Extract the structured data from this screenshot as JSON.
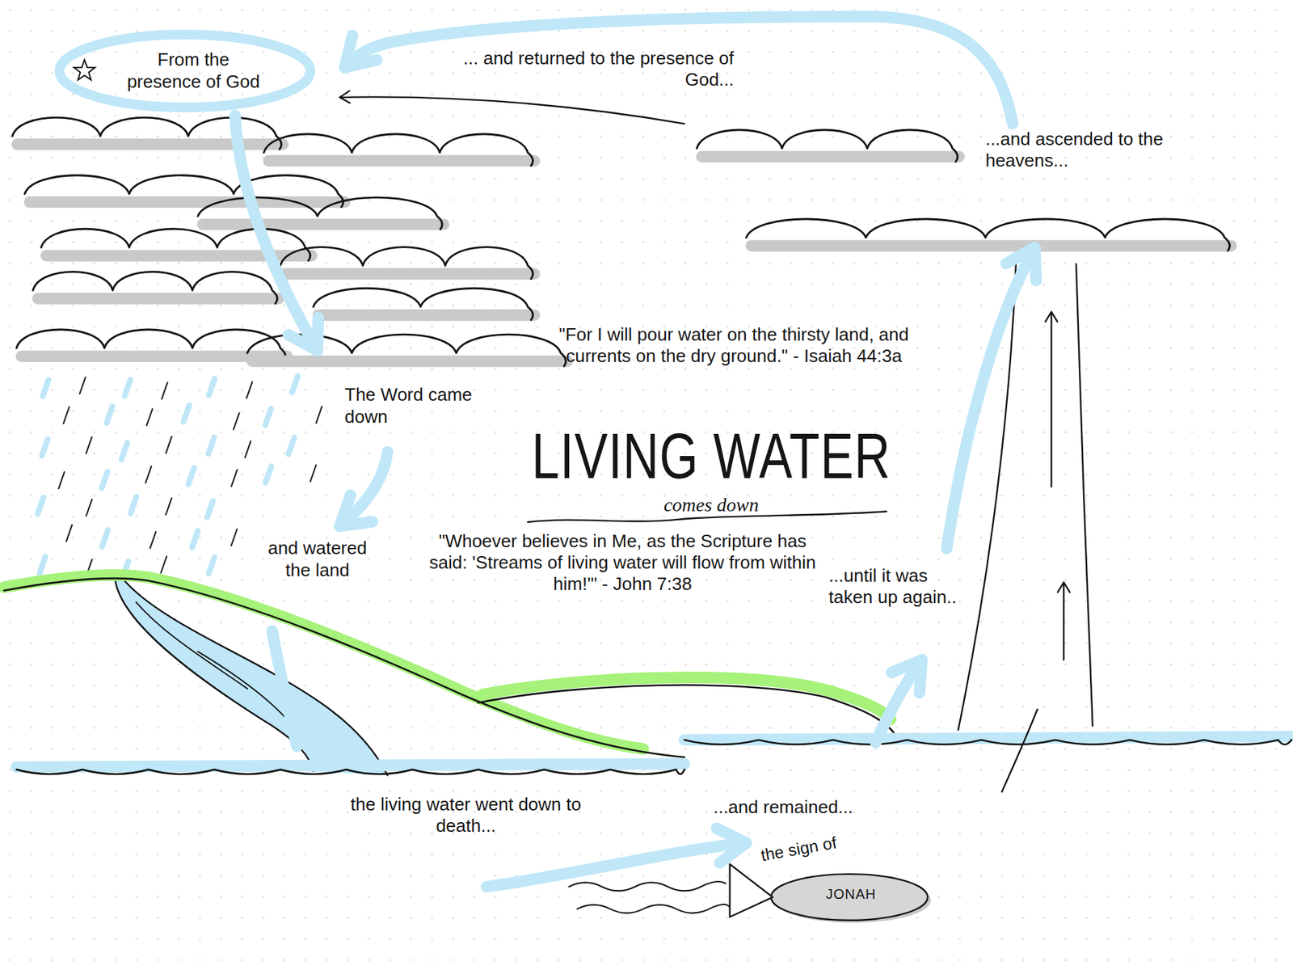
{
  "diagram": {
    "title": "LIVING WATER",
    "nodes": [
      {
        "text": [
          "From the presence of God"
        ]
      },
      {
        "text": [
          "the sign of",
          "JONAH"
        ]
      }
    ],
    "labels": [
      "... and returned to the presence of God...",
      "...and ascended to the heavens...",
      "\"For I will pour water on the thirsty land, and currents on the dry ground.\" - Isaiah 44:3a",
      "comes down",
      "The Word came down",
      "and watered the land",
      "\"Whoever believes in Me, as the Scripture has said: 'Streams of living water will flow from within him!'\" - John 7:38",
      "...until it was taken up again..",
      "the living water went down to death...",
      "...and remained..."
    ]
  }
}
